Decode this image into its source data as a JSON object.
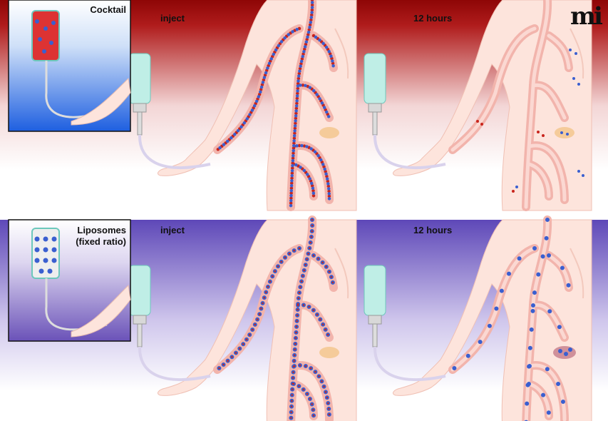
{
  "logo": "mi",
  "panels": [
    {
      "inset_label": "Cocktail",
      "inject_label": "inject",
      "later_label": "12 hours",
      "color": "#9b0a0a"
    },
    {
      "inset_label_line1": "Liposomes",
      "inset_label_line2": "(fixed ratio)",
      "inject_label": "inject",
      "later_label": "12 hours",
      "color": "#6a4fc0"
    }
  ],
  "colors": {
    "red_particle": "#c8241c",
    "blue_particle": "#3a5fd0",
    "skin": "#fde4dc",
    "vessel": "#f2b4ac"
  }
}
